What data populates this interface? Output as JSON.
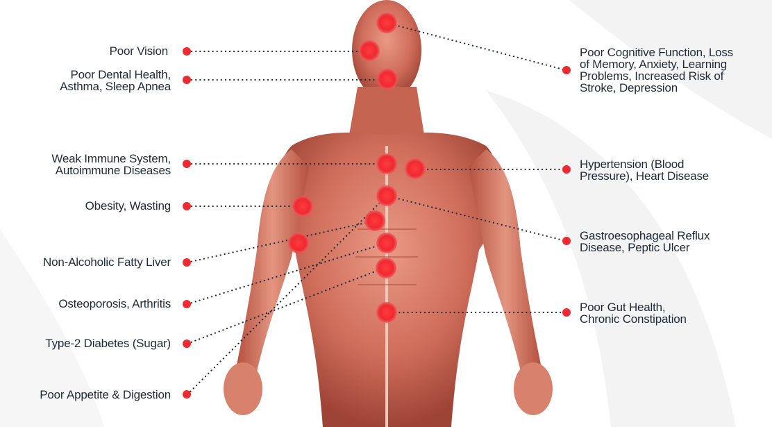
{
  "accent_color": "#e5262c",
  "dot_color": "#ef3438",
  "left_labels": [
    {
      "id": "vision",
      "lines": [
        "Poor Vision"
      ]
    },
    {
      "id": "dental",
      "lines": [
        "Poor Dental Health,",
        "Asthma, Sleep Apnea"
      ]
    },
    {
      "id": "immune",
      "lines": [
        "Weak Immune System,",
        "Autoimmune Diseases"
      ]
    },
    {
      "id": "obesity",
      "lines": [
        "Obesity, Wasting"
      ]
    },
    {
      "id": "liver",
      "lines": [
        "Non-Alcoholic Fatty Liver"
      ]
    },
    {
      "id": "osteo",
      "lines": [
        "Osteoporosis, Arthritis"
      ]
    },
    {
      "id": "diabetes",
      "lines": [
        "Type-2 Diabetes (Sugar)"
      ]
    },
    {
      "id": "appetite",
      "lines": [
        "Poor Appetite & Digestion"
      ]
    }
  ],
  "right_labels": [
    {
      "id": "cognitive",
      "lines": [
        "Poor Cognitive Function, Loss",
        "of Memory, Anxiety, Learning",
        "Problems, Increased Risk of",
        "Stroke, Depression"
      ]
    },
    {
      "id": "hypertension",
      "lines": [
        "Hypertension (Blood",
        "Pressure), Heart Disease"
      ]
    },
    {
      "id": "gerd",
      "lines": [
        "Gastroesophageal Reflux",
        "Disease, Peptic Ulcer"
      ]
    },
    {
      "id": "gut",
      "lines": [
        "Poor Gut Health,",
        "Chronic Constipation"
      ]
    }
  ]
}
